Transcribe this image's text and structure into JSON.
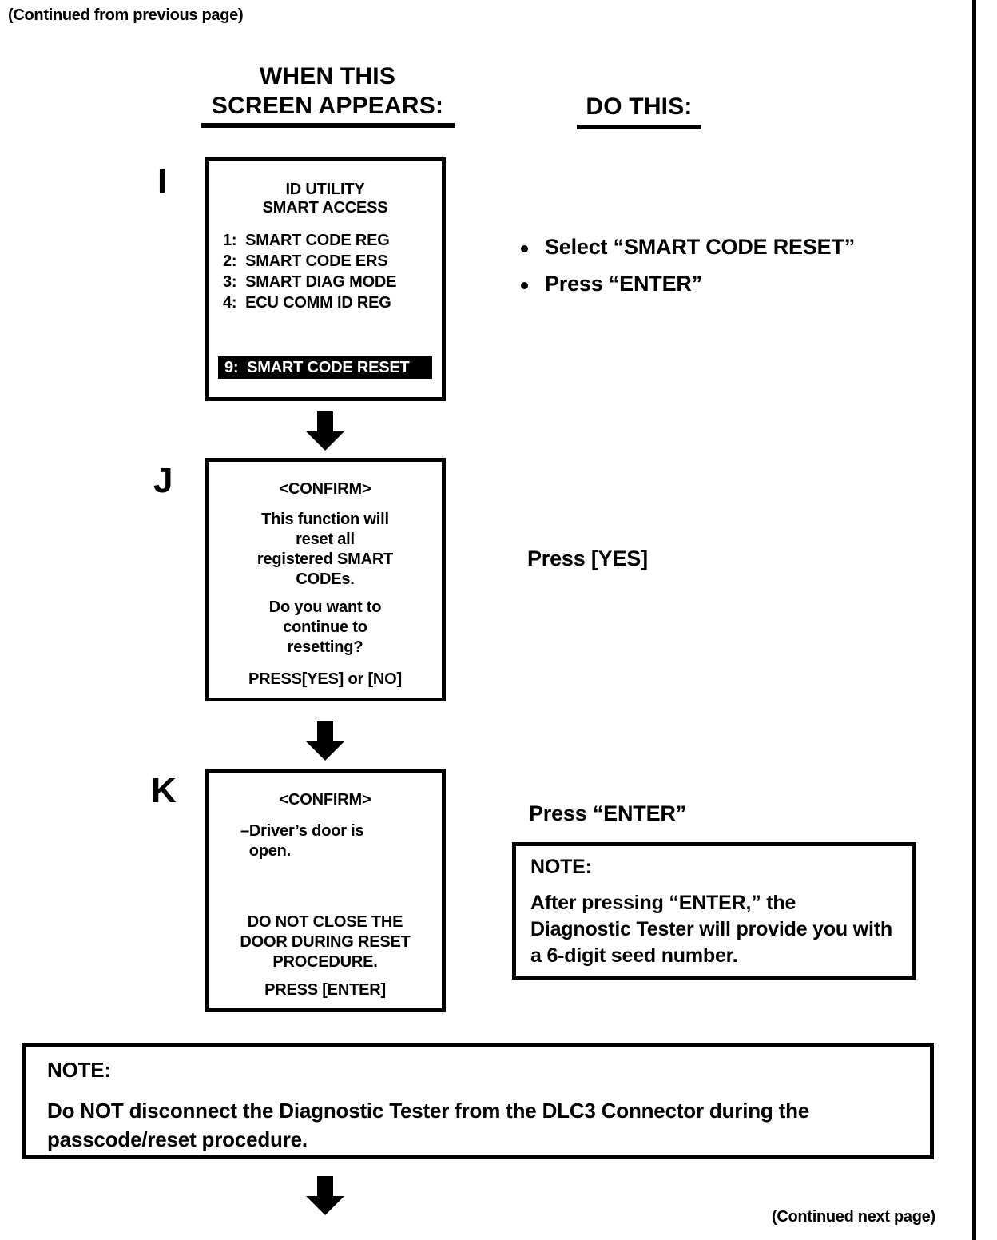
{
  "page": {
    "continued_from": "(Continued from previous page)",
    "continued_next": "(Continued next page)"
  },
  "columns": {
    "left_heading_line1": "WHEN THIS",
    "left_heading_line2": "SCREEN APPEARS:",
    "right_heading": "DO THIS:"
  },
  "steps": [
    {
      "letter": "I",
      "screen": {
        "title_line1": "ID UTILITY",
        "title_line2": "SMART ACCESS",
        "menu_items": [
          "1:  SMART CODE REG",
          "2:  SMART CODE ERS",
          "3:  SMART DIAG MODE",
          "4:  ECU COMM ID REG"
        ],
        "highlighted_item": "9:  SMART CODE RESET"
      },
      "actions": [
        "Select “SMART CODE RESET”",
        "Press “ENTER”"
      ]
    },
    {
      "letter": "J",
      "screen": {
        "header": "<CONFIRM>",
        "body_lines": [
          "This function will",
          "reset all",
          "registered SMART",
          "CODEs."
        ],
        "question_lines": [
          "Do you want to",
          "continue to",
          "resetting?"
        ],
        "footer": "PRESS[YES] or [NO]"
      },
      "action": "Press [YES]"
    },
    {
      "letter": "K",
      "screen": {
        "header": "<CONFIRM>",
        "status_lines": [
          "–Driver’s door is",
          "  open."
        ],
        "warning_lines": [
          "DO NOT CLOSE THE",
          "DOOR DURING RESET",
          "PROCEDURE."
        ],
        "footer": "PRESS [ENTER]"
      },
      "action": "Press “ENTER”"
    }
  ],
  "notes": {
    "side": {
      "title": "NOTE:",
      "body": "After pressing “ENTER,” the Diagnostic Tester will provide you with a 6-digit seed number."
    },
    "bottom": {
      "title": "NOTE:",
      "body": "Do NOT disconnect the Diagnostic Tester from the DLC3 Connector during the passcode/reset procedure."
    }
  },
  "colors": {
    "ink": "#000000",
    "paper": "#ffffff"
  }
}
